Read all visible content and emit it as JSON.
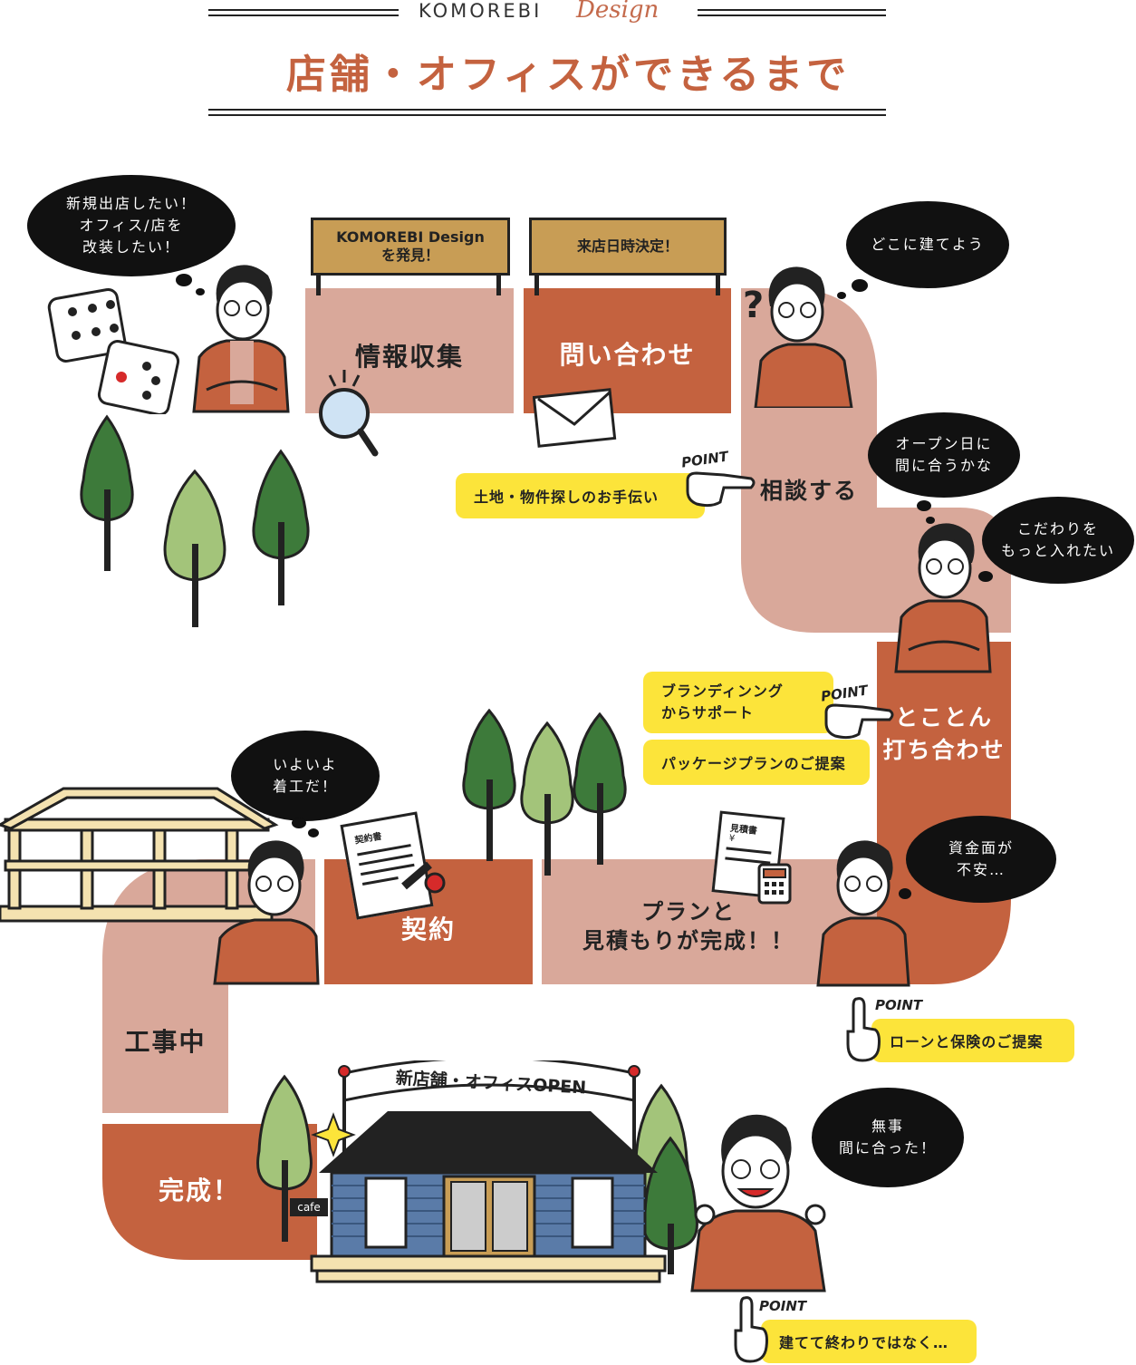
{
  "header": {
    "brand": "KOMOREBI",
    "brand_script": "Design",
    "title": "店舗・オフィスができるまで"
  },
  "signs": {
    "sign1": "KOMOREBI Design\nを発見！",
    "sign2": "来店日時決定！"
  },
  "stages": {
    "info": "情報収集",
    "inquiry": "問い合わせ",
    "consult": "相談する",
    "meeting_1": "とことん",
    "meeting_2": "打ち合わせ",
    "plan_1": "プランと",
    "plan_2": "見積もりが完成！！",
    "contract": "契約",
    "construction": "工事中",
    "complete": "完成！"
  },
  "bubbles": {
    "start": "新規出店したい！\nオフィス/店を\n改装したい！",
    "where": "どこに建てよう",
    "open_day": "オープン日に\n間に合うかな",
    "care": "こだわりを\nもっと入れたい",
    "money": "資金面が\n不安…",
    "start_work": "いよいよ\n着工だ！",
    "done": "無事\n間に合った！"
  },
  "points": {
    "label": "POINT",
    "land": "土地・物件探しのお手伝い",
    "branding": "ブランディンング\nからサポート",
    "package": "パッケージプランのご提案",
    "loan": "ローンと保険のご提案",
    "after": "建てて終わりではなく…"
  },
  "props": {
    "contract_doc": "契約書",
    "estimate_doc": "見積書",
    "estimate_yen": "¥",
    "open_banner": "新店舗・オフィスOPEN",
    "cafe_sign": "cafe"
  },
  "colors": {
    "terracotta": "#c4623f",
    "pink": "#d9a89a",
    "yellow": "#fce43a",
    "tree_dark": "#3d7a3a",
    "tree_light": "#a3c47a",
    "sign": "#c89d55"
  }
}
